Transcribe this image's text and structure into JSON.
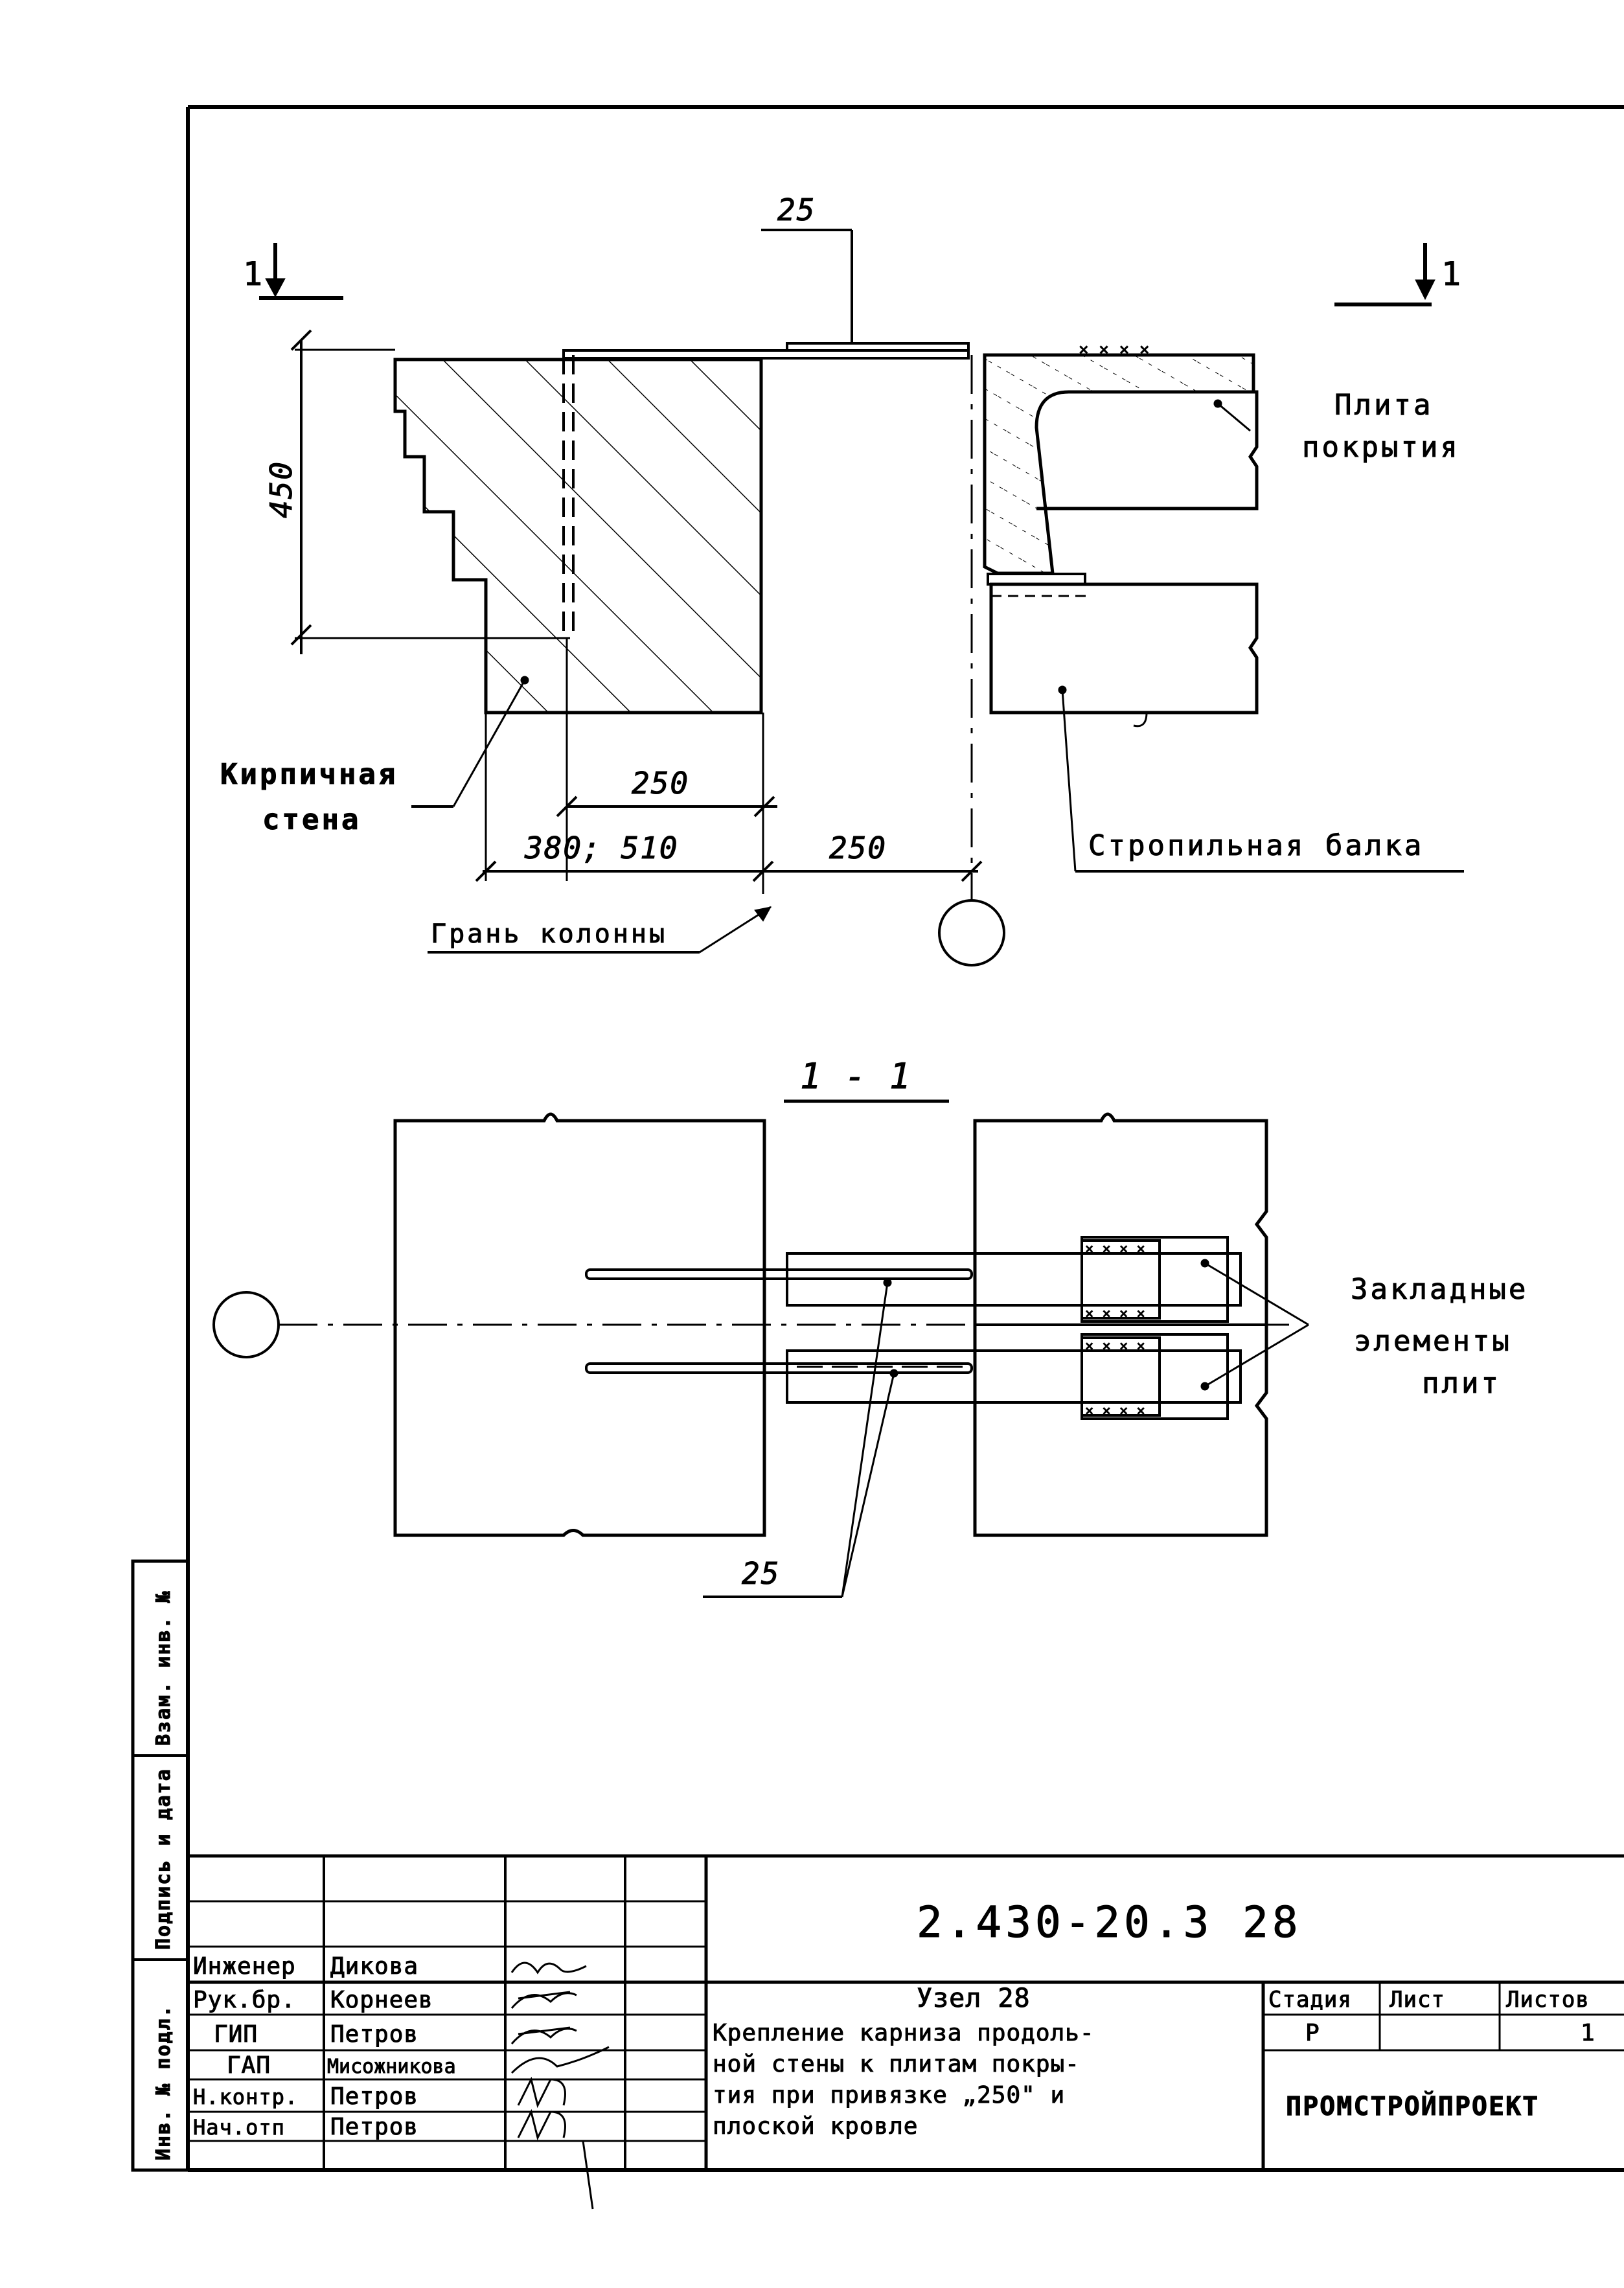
{
  "plan": {
    "section_mark_left": "1",
    "section_mark_right": "1",
    "dim_top": "25",
    "dim_450": "450",
    "dim_250_upper": "250",
    "dim_380_510": "380; 510",
    "dim_250_lower": "250",
    "label_slab_line1": "Плита",
    "label_slab_line2": "покрытия",
    "label_wall_line1": "Кирпичная",
    "label_wall_line2": "стена",
    "label_beam": "Стропильная балка",
    "label_column_face": "Грань колонны"
  },
  "section": {
    "title": "1 - 1",
    "label_embedded_line1": "Закладные",
    "label_embedded_line2": "элементы",
    "label_embedded_line3": "плит",
    "dim_bottom": "25"
  },
  "side_stamp": {
    "cell1": "Инв. № подл.",
    "cell2": "Подпись и дата",
    "cell3": "Взам. инв. №"
  },
  "title_block": {
    "doc_code": "2.430-20.3   28",
    "node": "Узел 28",
    "desc_line1": "Крепление карниза продоль-",
    "desc_line2": "ной стены к плитам покры-",
    "desc_line3": "тия при привязке „250\" и",
    "desc_line4": "плоской кровле",
    "stage_header": "Стадия",
    "sheet_header": "Лист",
    "sheets_header": "Листов",
    "stage_value": "Р",
    "sheet_value": "",
    "sheets_value": "1",
    "org": "ПРОМСТРОЙПРОЕКТ",
    "roles": [
      {
        "role": "Инженер",
        "name": "Дикова"
      },
      {
        "role": "Рук.бр.",
        "name": "Корнеев"
      },
      {
        "role": "ГИП",
        "name": "Петров"
      },
      {
        "role": "ГАП",
        "name": "Мисожникова"
      },
      {
        "role": "Н.контр.",
        "name": "Петров"
      },
      {
        "role": "Нач.отп",
        "name": "Петров"
      }
    ]
  }
}
